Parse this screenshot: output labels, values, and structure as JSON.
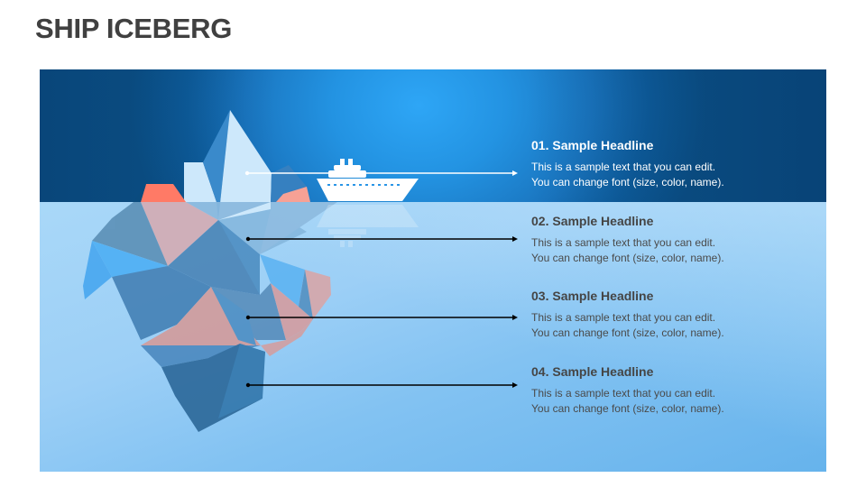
{
  "title": "SHIP ICEBERG",
  "colors": {
    "sky_dark": "#0b5288",
    "sky_light": "#2ea6f6",
    "water_light": "#a9d8f8",
    "water_dark": "#66b3ec",
    "accent_salmon": "#ff7a66",
    "iceberg_light": "#cde8fb",
    "text_dark": "#454545",
    "text_light": "#ffffff"
  },
  "icons": {
    "ship": "cruise-ship-icon",
    "iceberg": "iceberg-illustration"
  },
  "items": [
    {
      "number": "01.",
      "headline": "01.  Sample Headline",
      "line1": "This is a sample text that you can edit.",
      "line2": "You can change font (size, color, name).",
      "connector_color": "#ffffff"
    },
    {
      "number": "02.",
      "headline": "02.  Sample Headline",
      "line1": "This is a sample text that you can edit.",
      "line2": "You can change font (size, color, name).",
      "connector_color": "#000000"
    },
    {
      "number": "03.",
      "headline": "03.  Sample Headline",
      "line1": "This is a sample text that you can edit.",
      "line2": "You can change font (size, color, name).",
      "connector_color": "#000000"
    },
    {
      "number": "04.",
      "headline": "04.  Sample Headline",
      "line1": "This is a sample text that you can edit.",
      "line2": "You can change font (size, color, name).",
      "connector_color": "#000000"
    }
  ]
}
